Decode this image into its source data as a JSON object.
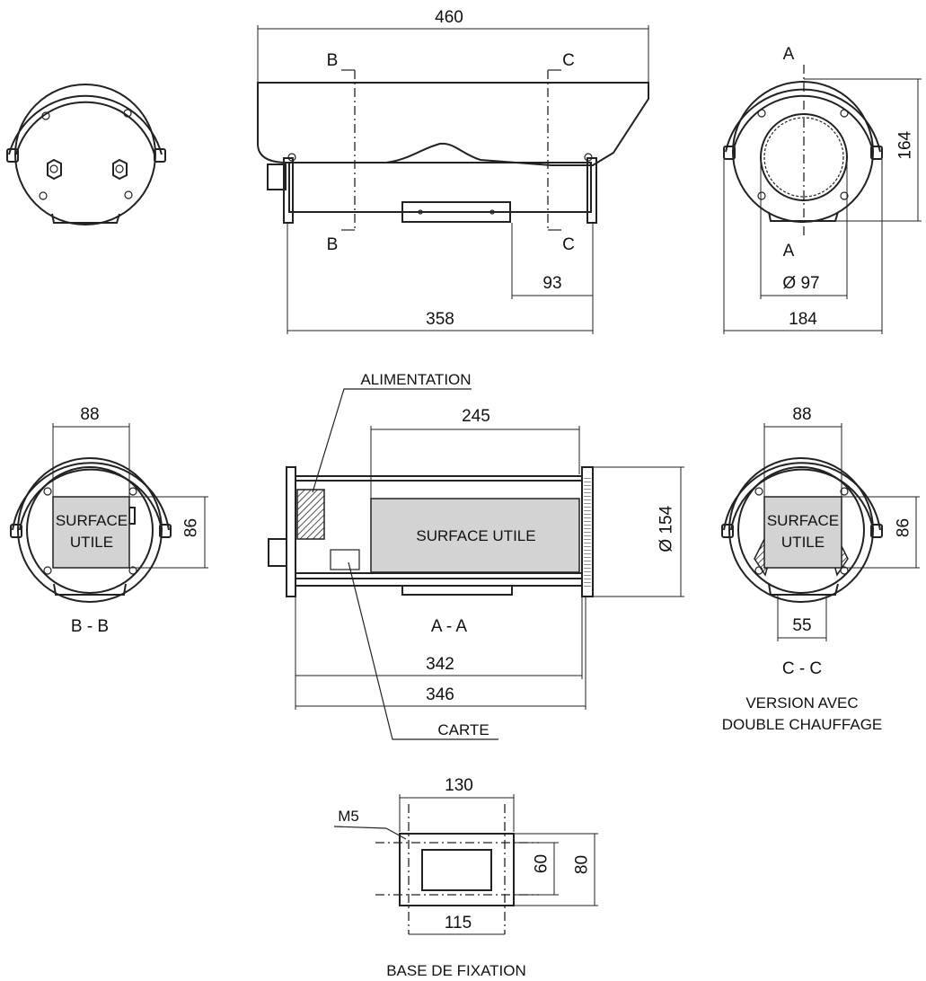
{
  "dimensions": {
    "d460": "460",
    "d358": "358",
    "d93": "93",
    "d164": "164",
    "d97": "Ø 97",
    "d184": "184",
    "d88_left": "88",
    "d86_left": "86",
    "d245": "245",
    "d154": "Ø 154",
    "d342": "342",
    "d346": "346",
    "d88_right": "88",
    "d86_right": "86",
    "d55": "55",
    "d130": "130",
    "d60": "60",
    "d80": "80",
    "d115": "115"
  },
  "section_marks": {
    "b_top": "B",
    "b_bottom": "B",
    "c_top": "C",
    "c_bottom": "C",
    "a_top": "A",
    "a_bottom": "A"
  },
  "labels": {
    "alimentation": "ALIMENTATION",
    "carte": "CARTE",
    "m5": "M5",
    "surface_left_1": "SURFACE",
    "surface_left_2": "UTILE",
    "surface_center": "SURFACE UTILE",
    "surface_right_1": "SURFACE",
    "surface_right_2": "UTILE"
  },
  "view_titles": {
    "bb": "B - B",
    "aa": "A - A",
    "cc": "C - C",
    "version_1": "VERSION AVEC",
    "version_2": "DOUBLE CHAUFFAGE",
    "base": "BASE DE FIXATION"
  }
}
